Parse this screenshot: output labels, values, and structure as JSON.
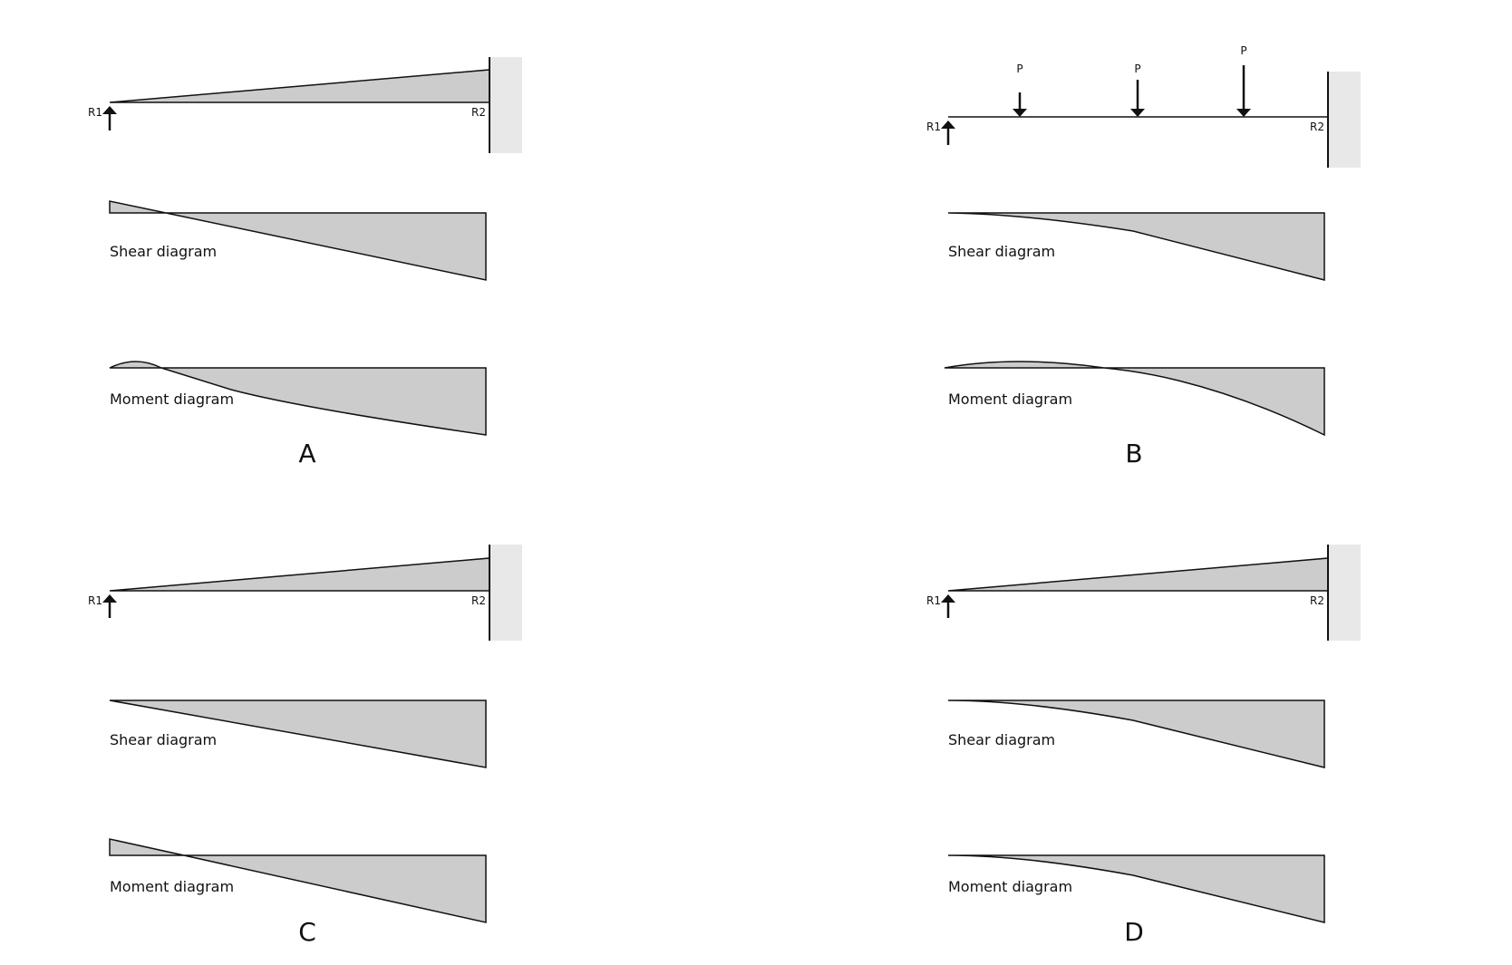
{
  "panels": [
    {
      "id": "A",
      "letter": "A",
      "r1": "R1",
      "r2": "R2",
      "shear_label": "Shear diagram",
      "moment_label": "Moment diagram"
    },
    {
      "id": "B",
      "letter": "B",
      "r1": "R1",
      "r2": "R2",
      "loads": [
        "P",
        "P",
        "P"
      ],
      "shear_label": "Shear diagram",
      "moment_label": "Moment diagram"
    },
    {
      "id": "C",
      "letter": "C",
      "r1": "R1",
      "r2": "R2",
      "shear_label": "Shear diagram",
      "moment_label": "Moment diagram"
    },
    {
      "id": "D",
      "letter": "D",
      "r1": "R1",
      "r2": "R2",
      "shear_label": "Shear diagram",
      "moment_label": "Moment diagram"
    }
  ],
  "colors": {
    "fill": "#cccccc",
    "wall": "#e8e8e8",
    "stroke": "#111111"
  }
}
